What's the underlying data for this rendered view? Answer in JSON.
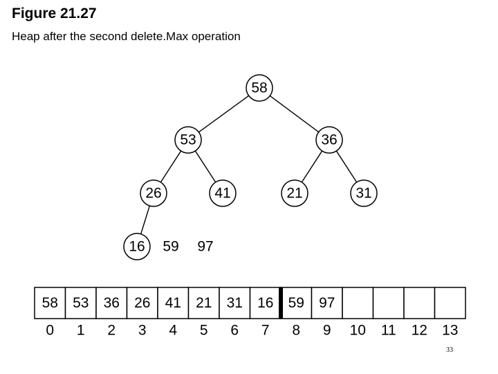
{
  "title": "Figure 21.27",
  "subtitle": "Heap after the second delete.Max operation",
  "tree": {
    "nodes": [
      "58",
      "53",
      "36",
      "26",
      "41",
      "21",
      "31",
      "16"
    ],
    "removed": [
      "59",
      "97"
    ]
  },
  "array": {
    "cells": [
      "58",
      "53",
      "36",
      "26",
      "41",
      "21",
      "31",
      "16",
      "59",
      "97",
      "",
      "",
      "",
      ""
    ],
    "indices": [
      "0",
      "1",
      "2",
      "3",
      "4",
      "5",
      "6",
      "7",
      "8",
      "9",
      "10",
      "11",
      "12",
      "13"
    ],
    "heap_size": 8
  },
  "page_number": "33"
}
